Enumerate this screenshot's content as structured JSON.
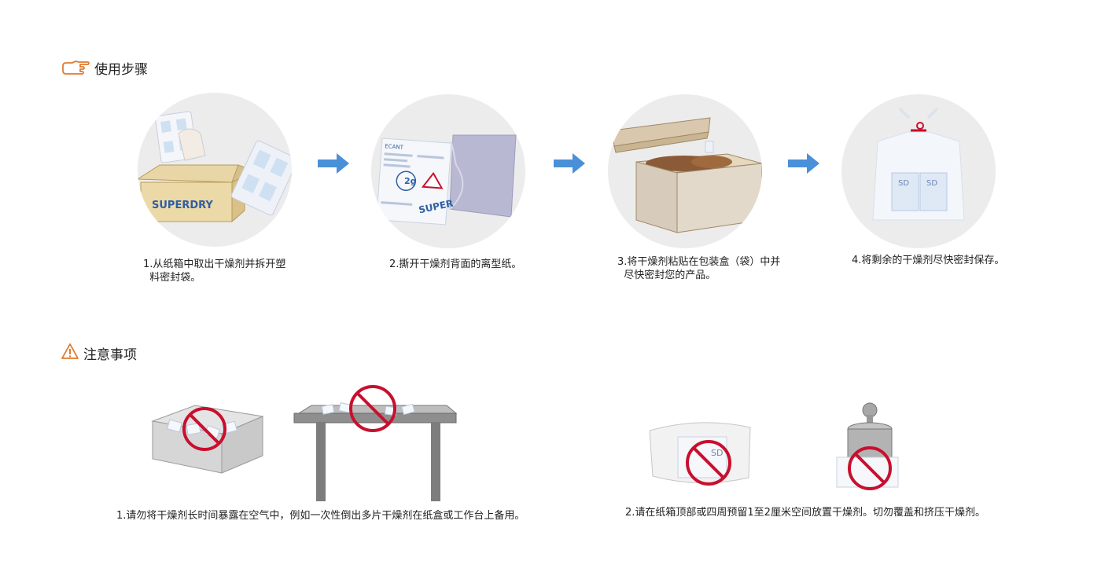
{
  "usage": {
    "title": "使用步骤",
    "steps": [
      {
        "caption": "1.从纸箱中取出干燥剂并拆开塑\n  料密封袋。",
        "box_brand": "SUPERDRY"
      },
      {
        "caption": "2.撕开干燥剂背面的离型纸。",
        "packet_weight": "2g",
        "packet_brand": "SUPER"
      },
      {
        "caption": "3.将干燥剂粘贴在包装盒（袋）中并\n  尽快密封您的产品。"
      },
      {
        "caption": "4.将剩余的干燥剂尽快密封保存。",
        "bag_label": "SD"
      }
    ]
  },
  "notes": {
    "title": "注意事项",
    "items": [
      {
        "caption": "1.请勿将干燥剂长时间暴露在空气中，例如一次性倒出多片干燥剂在纸盒或工作台上备用。"
      },
      {
        "caption": "2.请在纸箱顶部或四周预留1至2厘米空间放置干燥剂。切勿覆盖和挤压干燥剂。",
        "packet_label": "SD"
      }
    ]
  },
  "colors": {
    "accent": "#e07a2e",
    "arrow": "#4a90d9",
    "prohibit": "#c8102e",
    "circle_bg": "#ececec"
  },
  "icons": [
    "pointing-hand-icon",
    "warning-triangle-icon",
    "arrow-right-icon",
    "prohibition-icon"
  ]
}
